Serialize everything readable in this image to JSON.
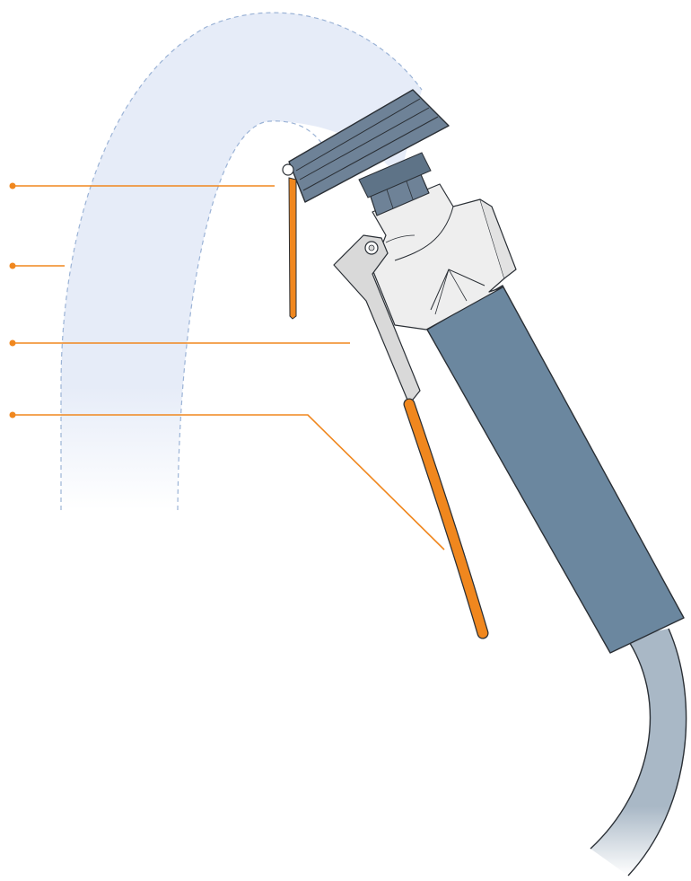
{
  "diagram": {
    "callouts": [
      {
        "id": "pointer-callout",
        "label": ""
      },
      {
        "id": "spray-pattern-callout",
        "label": ""
      },
      {
        "id": "lever-callout",
        "label": ""
      },
      {
        "id": "trigger-grip-callout",
        "label": ""
      }
    ]
  },
  "colors": {
    "accent_orange": "#F0871E",
    "handle_slate": "#6B879F",
    "head_blue_gray": "#6E8297",
    "valve_body": "#EEEEEE",
    "hose": "#A9B8C6",
    "spray_fill": "#E6ECF8",
    "spray_outline": "#9BB3D6"
  }
}
